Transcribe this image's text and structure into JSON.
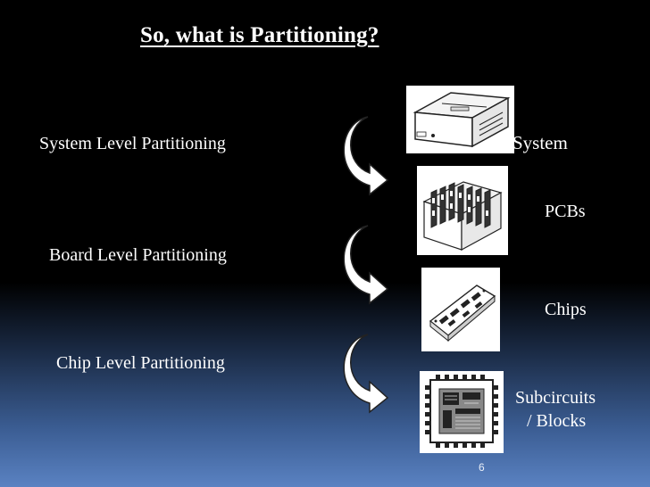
{
  "slide": {
    "title": "So, what is Partitioning?",
    "levels": [
      {
        "label": "System Level Partitioning"
      },
      {
        "label": "Board Level Partitioning"
      },
      {
        "label": "Chip Level Partitioning"
      }
    ],
    "items": [
      {
        "label": "System",
        "icon": "system-box-icon"
      },
      {
        "label": "PCBs",
        "icon": "pcb-rack-icon"
      },
      {
        "label": "Chips",
        "icon": "circuit-board-icon"
      },
      {
        "label_line1": "Subcircuits",
        "label_line2": "/ Blocks",
        "icon": "ic-die-icon"
      }
    ],
    "page_number": "6"
  }
}
